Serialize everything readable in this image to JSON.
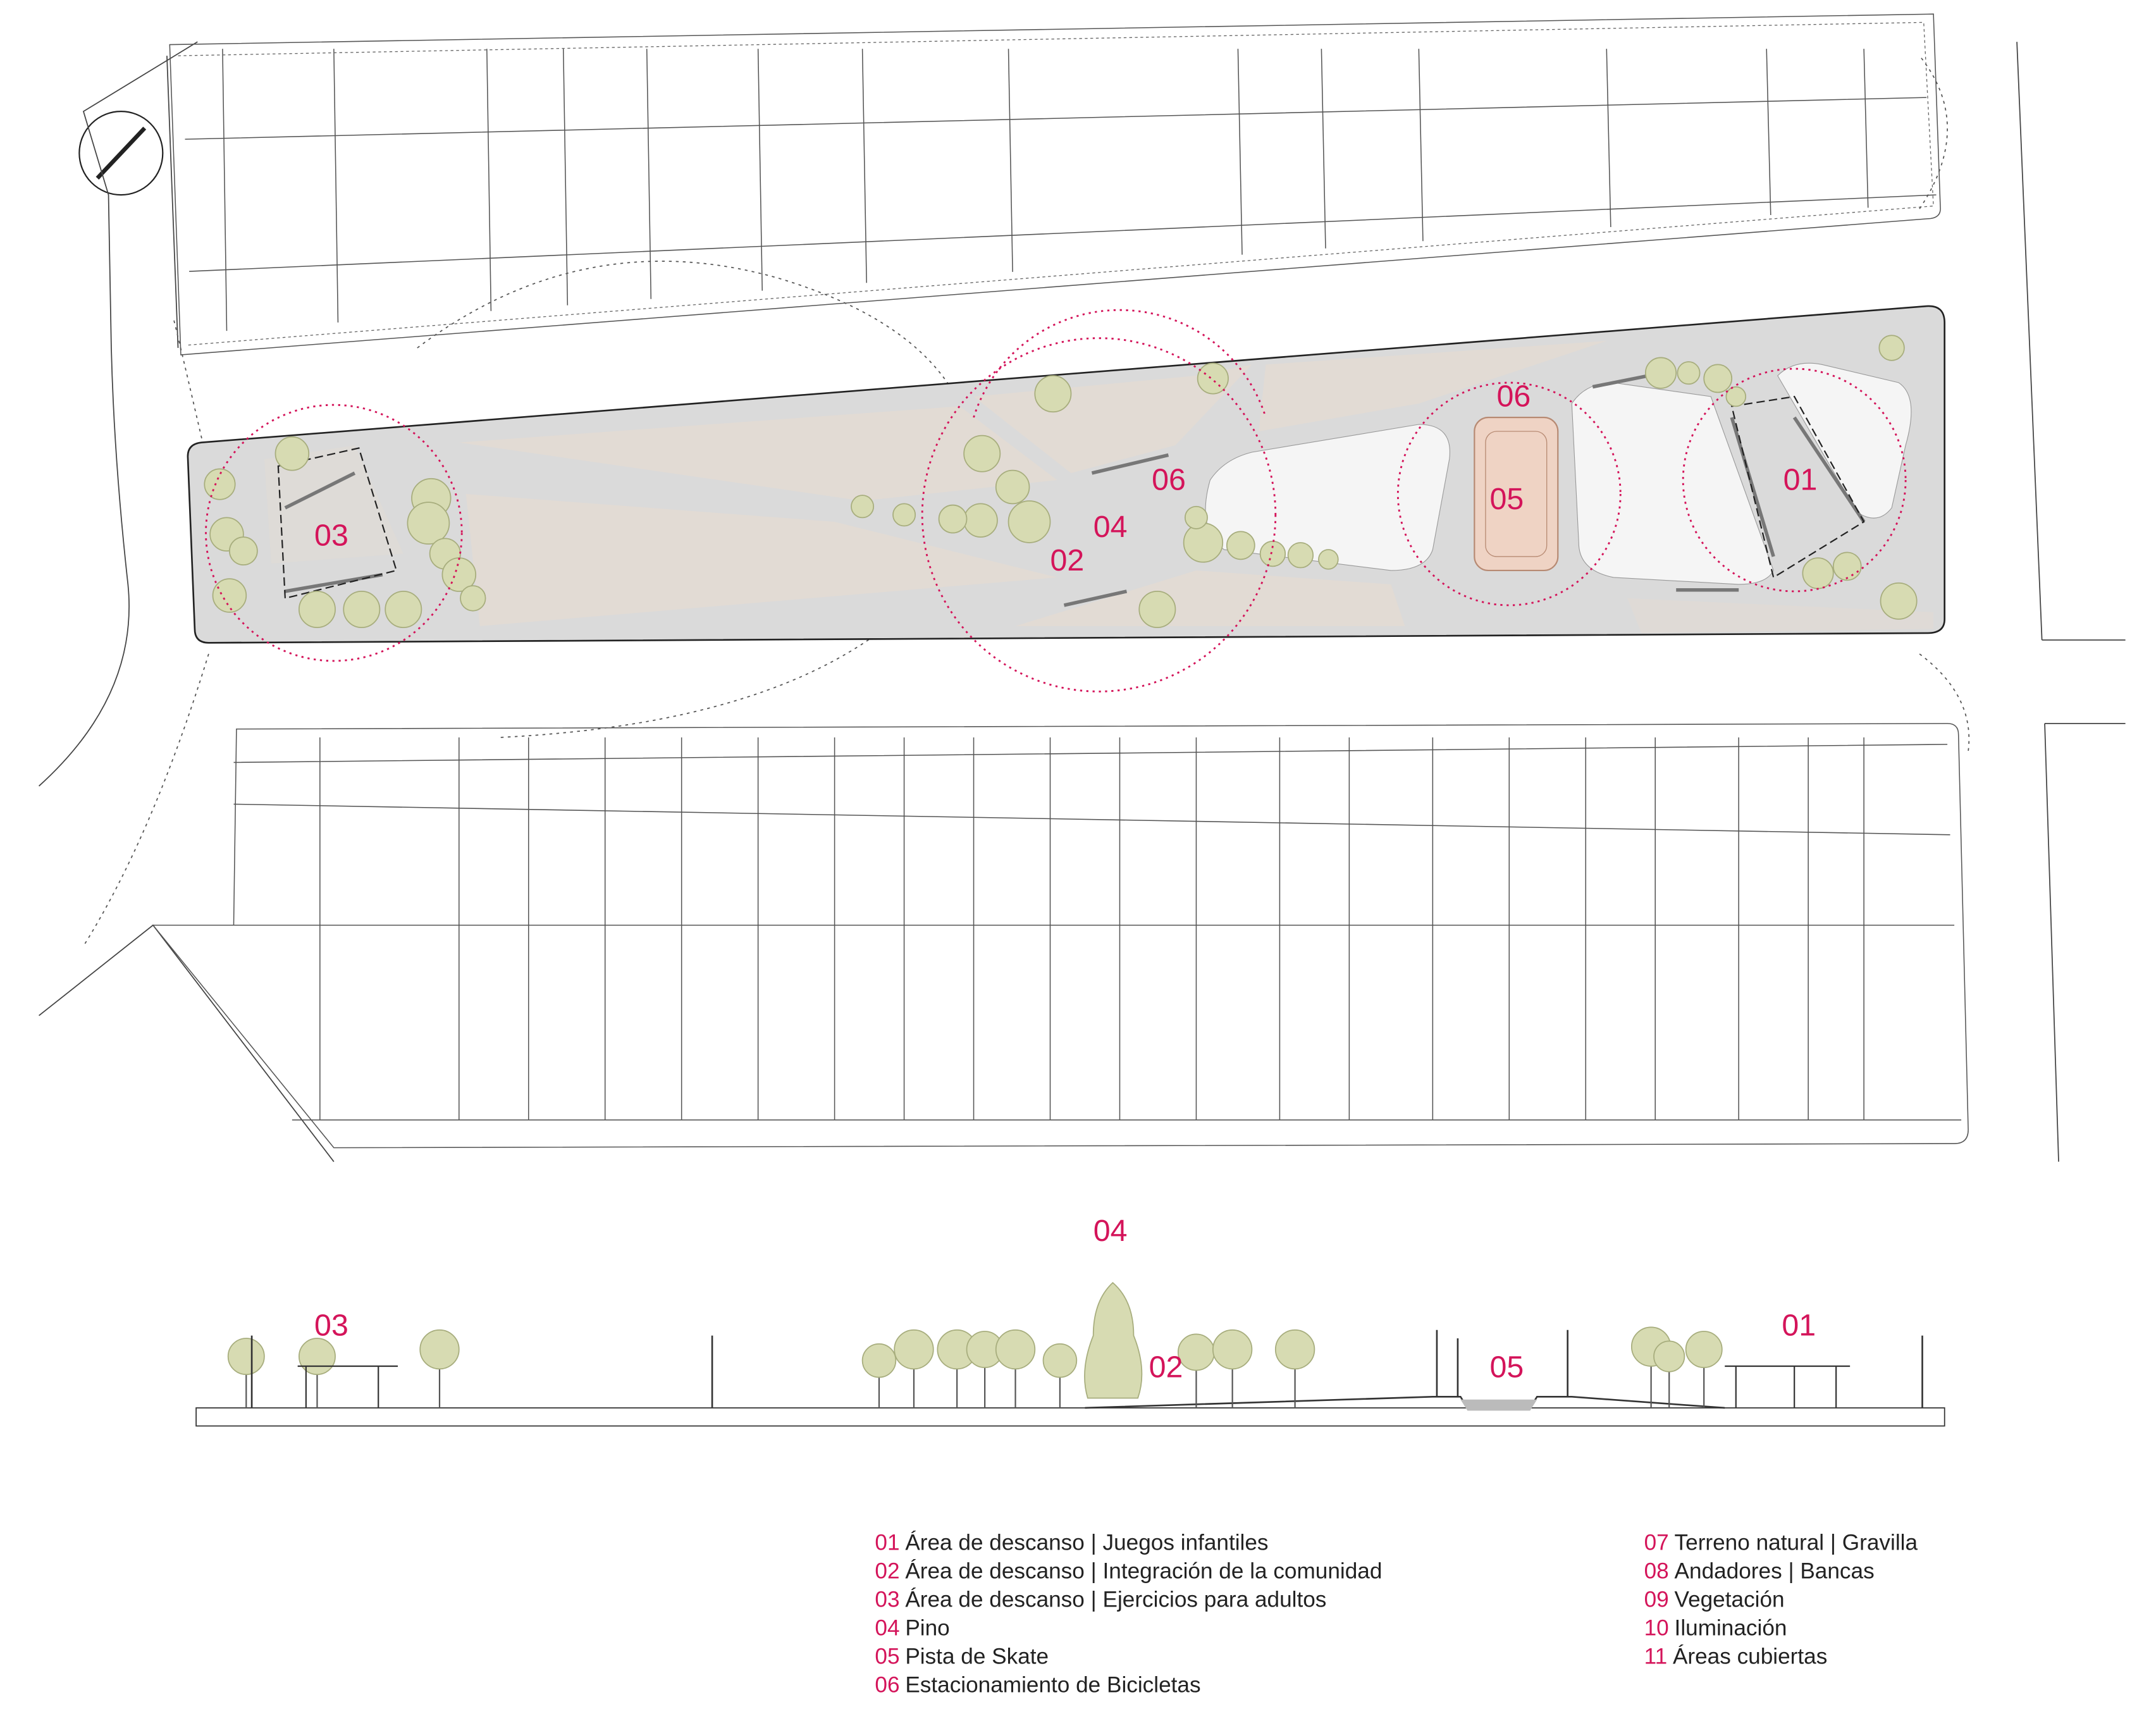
{
  "plan": {
    "labels": {
      "l01": "01",
      "l02": "02",
      "l03": "03",
      "l04": "04",
      "l05": "05",
      "l06a": "06",
      "l06b": "06"
    }
  },
  "section": {
    "labels": {
      "l03": "03",
      "l04": "04",
      "l02": "02",
      "l05": "05",
      "l01": "01"
    }
  },
  "legend": {
    "left": [
      {
        "num": "01",
        "text": "Área de descanso | Juegos infantiles"
      },
      {
        "num": "02",
        "text": "Área de descanso | Integración de la comunidad"
      },
      {
        "num": "03",
        "text": "Área de descanso | Ejercicios para adultos"
      },
      {
        "num": "04",
        "text": "Pino"
      },
      {
        "num": "05",
        "text": "Pista de Skate"
      },
      {
        "num": "06",
        "text": "Estacionamiento de Bicicletas"
      }
    ],
    "right": [
      {
        "num": "07",
        "text": "Terreno natural | Gravilla"
      },
      {
        "num": "08",
        "text": "Andadores | Bancas"
      },
      {
        "num": "09",
        "text": "Vegetación"
      },
      {
        "num": "10",
        "text": "Iluminación"
      },
      {
        "num": "11",
        "text": "Áreas cubiertas"
      }
    ]
  },
  "colors": {
    "accent": "#d4145a",
    "paving": "#dadada",
    "soil": "#e2dbd4",
    "tree": "#d7dbb2",
    "skate": "#efd3c4"
  }
}
